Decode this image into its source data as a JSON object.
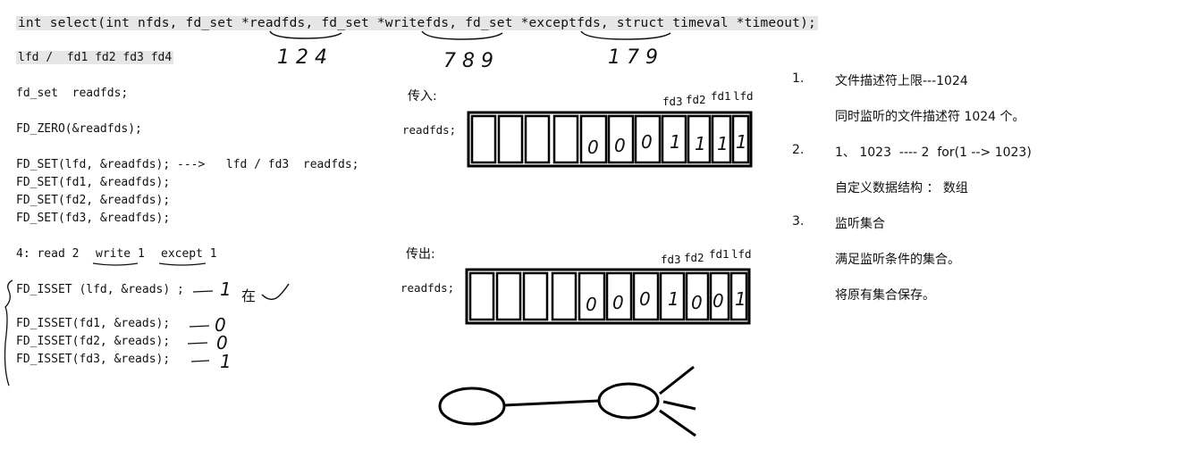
{
  "signature": "int select(int nfds, fd_set *readfds, fd_set *writefds, fd_set *exceptfds, struct timeval *timeout);",
  "fd_line": "lfd /  fd1 fd2 fd3 fd4",
  "handwritten": {
    "read_nums": "1 2 4",
    "write_nums": "7 8 9",
    "except_nums": "1 7 9",
    "in_label": "在"
  },
  "code": {
    "decl": "fd_set  readfds;",
    "zero": "FD_ZERO(&readfds);",
    "set_lfd": "FD_SET(lfd, &readfds); --->   lfd / fd3  readfds;",
    "set_fd1": "FD_SET(fd1, &readfds);",
    "set_fd2": "FD_SET(fd2, &readfds);",
    "set_fd3": "FD_SET(fd3, &readfds);",
    "counts_prefix": "4: read 2",
    "counts_write": "write 1",
    "counts_except": "except 1",
    "isset_lfd": "FD_ISSET (lfd, &reads) ;",
    "isset_fd1": "FD_ISSET(fd1, &reads);",
    "isset_fd2": "FD_ISSET(fd2, &reads);",
    "isset_fd3": "FD_ISSET(fd3, &reads);",
    "isset_lfd_result": "1",
    "isset_fd1_result": "0",
    "isset_fd2_result": "0",
    "isset_fd3_result": "1"
  },
  "incoming": {
    "title": "传入:",
    "side_label": "readfds;",
    "headers": [
      "fd3",
      "fd2",
      "fd1",
      "lfd"
    ],
    "cells": [
      "",
      "",
      "",
      "",
      "0",
      "0",
      "0",
      "1",
      "1",
      "1"
    ]
  },
  "outgoing": {
    "title": "传出:",
    "side_label": "readfds;",
    "headers": [
      "fd3",
      "fd2",
      "fd1",
      "lfd"
    ],
    "cells": [
      "",
      "",
      "",
      "",
      "0",
      "0",
      "0",
      "1",
      "0",
      "0",
      "1"
    ]
  },
  "notes": [
    {
      "num": "1.",
      "text": "文件描述符上限---1024"
    },
    {
      "num": "",
      "text": "同时监听的文件描述符 1024 个。"
    },
    {
      "num": "2.",
      "text": "1、 1023  ---- 2  for(1 --> 1023)"
    },
    {
      "num": "",
      "text": "自定义数据结构 ： 数组"
    },
    {
      "num": "3.",
      "text": "监听集合"
    },
    {
      "num": "",
      "text": "满足监听条件的集合。"
    },
    {
      "num": "",
      "text": "将原有集合保存。"
    }
  ]
}
